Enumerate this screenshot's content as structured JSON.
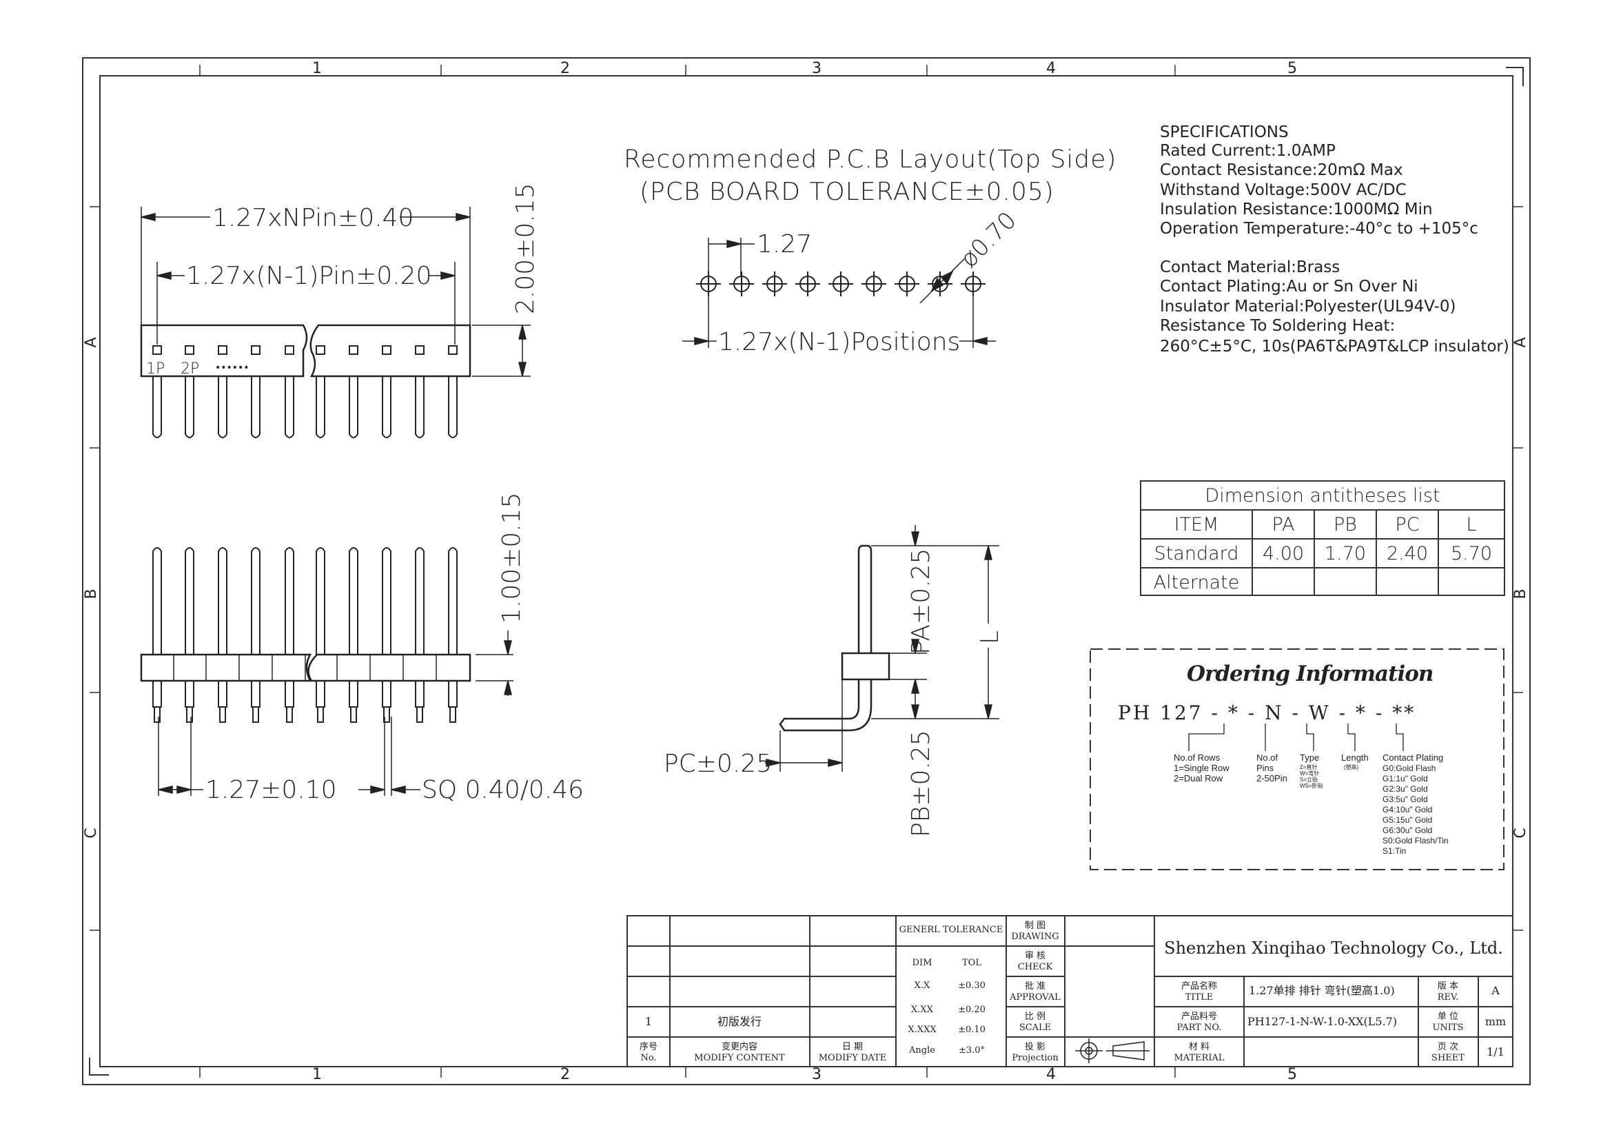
{
  "zones": {
    "columns": [
      "1",
      "2",
      "3",
      "4",
      "5"
    ],
    "rows": [
      "A",
      "B",
      "C"
    ]
  },
  "top_view": {
    "dim_total": "1.27xNPin±0.40",
    "dim_pitch_span": "1.27x(N-1)Pin±0.20",
    "dim_height": "2.00±0.15",
    "pin1_label": "1P",
    "pin2_label": "2P",
    "dots": "••••••"
  },
  "front_view": {
    "dim_height": "1.00±0.15",
    "dim_pitch": "1.27±0.10",
    "dim_square": "SQ 0.40/0.46"
  },
  "pcb_layout": {
    "title_line1": "Recommended P.C.B Layout(Top Side)",
    "title_line2": "(PCB BOARD TOLERANCE±0.05)",
    "dim_pitch": "1.27",
    "dim_hole": "ø0.70",
    "dim_positions": "1.27x(N-1)Positions"
  },
  "side_view": {
    "dim_pa": "PA±0.25",
    "dim_pb": "PB±0.25",
    "dim_pc": "PC±0.25",
    "dim_l": "L"
  },
  "specifications": {
    "heading": "SPECIFICATIONS",
    "lines": [
      "Rated Current:1.0AMP",
      "Contact Resistance:20mΩ Max",
      "Withstand Voltage:500V AC/DC",
      "Insulation Resistance:1000MΩ Min",
      "Operation Temperature:-40°c to +105°c",
      "",
      "Contact Material:Brass",
      "Contact Plating:Au or Sn Over Ni",
      "Insulator Material:Polyester(UL94V-0)",
      "Resistance To Soldering Heat:",
      "260°C±5°C, 10s(PA6T&PA9T&LCP insulator)"
    ]
  },
  "dimension_table": {
    "title": "Dimension antitheses list",
    "headers": [
      "ITEM",
      "PA",
      "PB",
      "PC",
      "L"
    ],
    "rows": [
      [
        "Standard",
        "4.00",
        "1.70",
        "2.40",
        "5.70"
      ],
      [
        "Alternate",
        "",
        "",
        "",
        ""
      ]
    ]
  },
  "ordering": {
    "title": "Ordering Information",
    "code": "PH 127 - * - N - W - * - **",
    "rows_label": [
      "No.of Rows",
      "1=Single Row",
      "2=Dual Row"
    ],
    "pins_label": [
      "No.of",
      "Pins",
      "2-50Pin"
    ],
    "type_label": [
      "Type",
      "Z=直针",
      "W=弯针",
      "S=立贴",
      "WS=卧贴"
    ],
    "length_label": [
      "Length",
      "(塑高)"
    ],
    "plating_label": [
      "Contact Plating",
      "G0:Gold Flash",
      "G1:1u\" Gold",
      "G2:3u\" Gold",
      "G3:5u\" Gold",
      "G4:10u\" Gold",
      "G5:15u\" Gold",
      "G6:30u\" Gold",
      "S0:Gold Flash/Tin",
      "S1:Tin"
    ]
  },
  "title_block": {
    "company": "Shenzhen Xinqihao Technology Co., Ltd.",
    "general_tolerance": "GENERL TOLERANCE",
    "tol_headers": [
      "DIM",
      "TOL"
    ],
    "tol_rows": [
      [
        "X.X",
        "±0.30"
      ],
      [
        "X.XX",
        "±0.20"
      ],
      [
        "X.XXX",
        "±0.10"
      ],
      [
        "Angle",
        "±3.0°"
      ]
    ],
    "drawing": [
      "制 图",
      "DRAWING"
    ],
    "check": [
      "审 核",
      "CHECK"
    ],
    "approval": [
      "批 准",
      "APPROVAL"
    ],
    "scale": [
      "比 例",
      "SCALE"
    ],
    "projection": [
      "投 影",
      "Projection"
    ],
    "title_label": [
      "产品名称",
      "TITLE"
    ],
    "title_value": "1.27单排 排针 弯针(塑高1.0)",
    "part_label": [
      "产品料号",
      "PART NO."
    ],
    "part_value": "PH127-1-N-W-1.0-XX(L5.7)",
    "material_label": [
      "材 料",
      "MATERIAL"
    ],
    "rev_label": [
      "版 本",
      "REV."
    ],
    "rev_value": "A",
    "units_label": [
      "单 位",
      "UNITS"
    ],
    "units_value": "mm",
    "sheet_label": [
      "页 次",
      "SHEET"
    ],
    "sheet_value": "1/1",
    "rev_row_no": "1",
    "rev_row_content": "初版发行",
    "no_label": [
      "序号",
      "No."
    ],
    "content_label": [
      "变更内容",
      "MODIFY CONTENT"
    ],
    "date_label": [
      "日 期",
      "MODIFY DATE"
    ]
  }
}
